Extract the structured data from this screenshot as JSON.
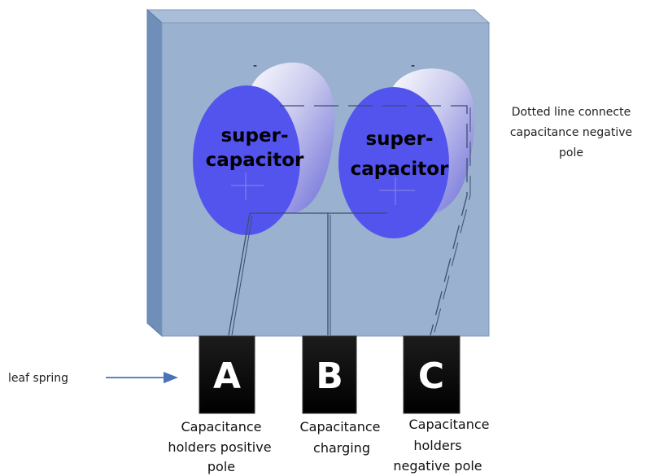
{
  "capacitors": [
    {
      "line1": "super-",
      "line2": "capacitor"
    },
    {
      "line1": "super-",
      "line2": "capacitor"
    }
  ],
  "polarity": {
    "negative": "-"
  },
  "terminals": [
    {
      "letter": "A",
      "caption": [
        "Capacitance",
        "holders positive",
        "pole"
      ]
    },
    {
      "letter": "B",
      "caption": [
        "Capacitance",
        "charging"
      ]
    },
    {
      "letter": "C",
      "caption": [
        "Capacitance",
        "holders",
        "negative pole"
      ]
    }
  ],
  "annotations": {
    "dotted_line_note": [
      "Dotted line connecte",
      "capacitance negative",
      "pole"
    ],
    "leaf_spring": "leaf spring"
  },
  "colors": {
    "board_face": "#9ab1d0",
    "board_side": "#6f8fb8",
    "cylinder_face": "#5353ee",
    "terminal": "#000000"
  }
}
